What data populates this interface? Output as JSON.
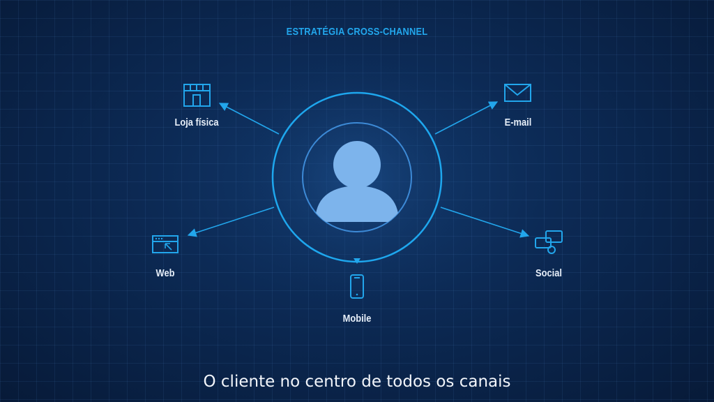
{
  "title": "ESTRATÉGIA CROSS-CHANNEL",
  "center": {
    "icon": "user-avatar-icon"
  },
  "channels": [
    {
      "id": "store",
      "label": "Loja física",
      "icon": "storefront-icon"
    },
    {
      "id": "email",
      "label": "E-mail",
      "icon": "envelope-icon"
    },
    {
      "id": "web",
      "label": "Web",
      "icon": "browser-window-icon"
    },
    {
      "id": "social",
      "label": "Social",
      "icon": "chat-bubbles-icon"
    },
    {
      "id": "mobile",
      "label": "Mobile",
      "icon": "smartphone-icon"
    }
  ],
  "caption": "O cliente no centro de todos os canais",
  "colors": {
    "accent": "#22a6ec",
    "avatar": "#7db4ec",
    "background": "#0c2a55",
    "text": "#e6eef8"
  }
}
